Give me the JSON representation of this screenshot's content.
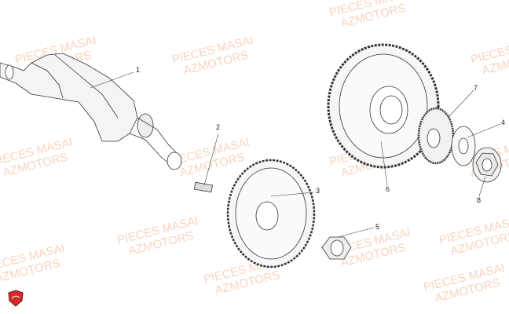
{
  "watermark": {
    "line1": "PIECES MASAI",
    "line2": "AZMOTORS"
  },
  "callouts": [
    "1",
    "2",
    "3",
    "4",
    "5",
    "6",
    "7",
    "8"
  ],
  "logo": {
    "name": "azmotors-shield-logo",
    "color": "#d42a2a"
  }
}
